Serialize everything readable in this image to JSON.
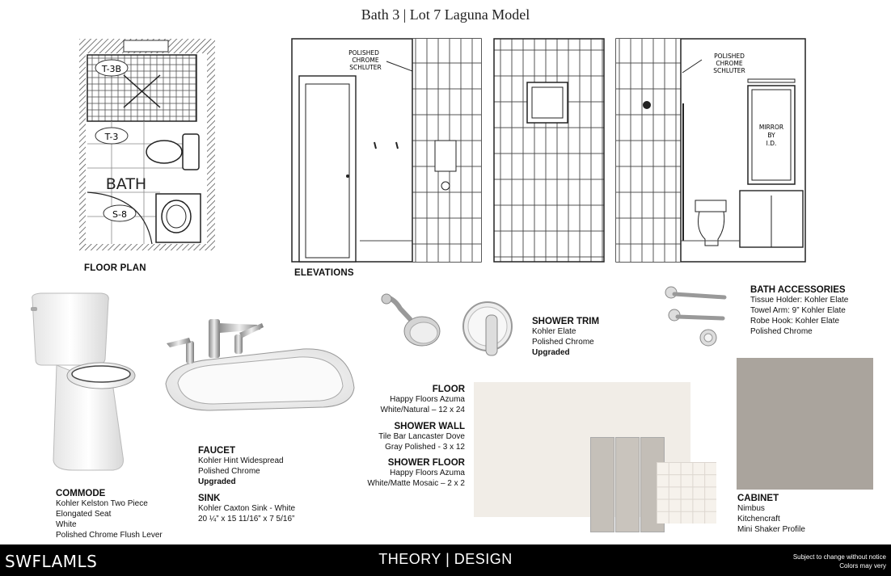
{
  "title": "Bath 3 | Lot 7 Laguna Model",
  "floor_plan": {
    "label": "FLOOR PLAN",
    "tags": {
      "t3b": "T-3B",
      "t3": "T-3",
      "s8": "S-8"
    },
    "room": "BATH"
  },
  "elevations": {
    "label": "ELEVATIONS",
    "note1": [
      "POLISHED",
      "CHROME",
      "SCHLUTER"
    ],
    "note2": [
      "POLISHED",
      "CHROME",
      "SCHLUTER"
    ],
    "mirror": [
      "MIRROR",
      "BY",
      "I.D."
    ]
  },
  "commode": {
    "header": "COMMODE",
    "lines": [
      "Kohler Kelston Two Piece",
      "Elongated Seat",
      "White",
      "Polished Chrome Flush Lever"
    ]
  },
  "faucet": {
    "header": "FAUCET",
    "lines": [
      "Kohler Hint Widespread",
      "Polished Chrome"
    ],
    "upgrade": "Upgraded"
  },
  "sink": {
    "header": "SINK",
    "lines": [
      "Kohler Caxton Sink - White",
      "20 ¼” x 15 11/16” x 7 5/16”"
    ]
  },
  "shower_trim": {
    "header": "SHOWER TRIM",
    "lines": [
      "Kohler Elate",
      "Polished Chrome"
    ],
    "upgrade": "Upgraded"
  },
  "bath_accessories": {
    "header": "BATH ACCESSORIES",
    "lines": [
      "Tissue Holder: Kohler Elate",
      "Towel Arm: 9” Kohler Elate",
      "Robe Hook: Kohler Elate",
      "Polished Chrome"
    ]
  },
  "floor": {
    "header": "FLOOR",
    "lines": [
      "Happy Floors Azuma",
      "White/Natural – 12 x 24"
    ]
  },
  "shower_wall": {
    "header": "SHOWER WALL",
    "lines": [
      "Tile Bar Lancaster Dove",
      "Gray Polished - 3 x 12"
    ]
  },
  "shower_floor": {
    "header": "SHOWER FLOOR",
    "lines": [
      "Happy Floors Azuma",
      "White/Matte Mosaic – 2 x 2"
    ]
  },
  "cabinet": {
    "header": "CABINET",
    "lines": [
      "Nimbus",
      "Kitchencraft",
      "Mini Shaker Profile"
    ]
  },
  "footer": {
    "logo": "SWFLAMLS",
    "brand": "THEORY | DESIGN",
    "note1": "Subject to change without notice",
    "note2": "Colors may very"
  },
  "colors": {
    "cabinet_swatch": "#aaa49d",
    "floor_tile": "#f1ede7",
    "wall_tile": "#c5c0b9",
    "footer": "#000000"
  }
}
